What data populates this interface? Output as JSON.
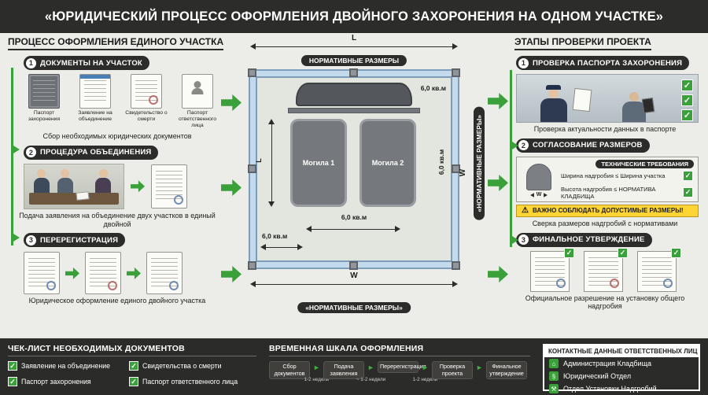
{
  "header": {
    "title": "«ЮРИДИЧЕСКИЙ ПРОЦЕСС ОФОРМЛЕНИЯ ДВОЙНОГО ЗАХОРОНЕНИЯ НА ОДНОМ УЧАСТКЕ»"
  },
  "colors": {
    "accent_green": "#3aa03a",
    "dark": "#2c2c2a",
    "warning_yellow": "#ffd435",
    "frame_blue": "#c3d9ec"
  },
  "icons": {
    "check": "✓",
    "warning": "⚠",
    "arrow": "►",
    "admin": "⌂",
    "legal": "§",
    "install": "⚒"
  },
  "left_column": {
    "title": "ПРОЦЕСС ОФОРМЛЕНИЯ ЕДИНОГО УЧАСТКА",
    "step1": {
      "num": "1",
      "label": "ДОКУМЕНТЫ НА УЧАСТОК",
      "docs": [
        "Паспорт захоронения",
        "Заявление на объединение",
        "Свидетельство о смерти",
        "Паспорт ответственного лица"
      ],
      "caption": "Сбор необходимых юридических документов"
    },
    "step2": {
      "num": "2",
      "label": "ПРОЦЕДУРА ОБЪЕДИНЕНИЯ",
      "caption": "Подача заявления на объединение двух участков в единый двойной"
    },
    "step3": {
      "num": "3",
      "label": "ПЕРЕРЕГИСТРАЦИЯ",
      "caption": "Юридическое оформление единого двойного участка"
    }
  },
  "diagram": {
    "dim_length": "L",
    "dim_width": "W",
    "top_label": "НОРМАТИВНЫЕ РАЗМЕРЫ",
    "side_label": "«НОРМАТИВНЫЕ РАЗМЕРЫ»",
    "bottom_label": "«НОРМАТИВНЫЕ РАЗМЕРЫ»",
    "grave1": "Могила 1",
    "grave2": "Могила 2",
    "area_top": "6,0 кв.м",
    "area_right": "6,0 кв.м",
    "area_bottom": "6,0 кв.м",
    "area_corner": "6,0 кв.м"
  },
  "right_column": {
    "title": "ЭТАПЫ ПРОВЕРКИ ПРОЕКТА",
    "step1": {
      "num": "1",
      "label": "ПРОВЕРКА ПАСПОРТА ЗАХОРОНЕНИЯ",
      "caption": "Проверка актуальности данных в паспорте"
    },
    "step2": {
      "num": "2",
      "label": "СОГЛАСОВАНИЕ РАЗМЕРОВ",
      "tech_title": "ТЕХНИЧЕСКИЕ ТРЕБОВАНИЯ",
      "req1": "Ширина надгробия ≤ Ширина участка",
      "req2": "Высота надгробия ≤ НОРМАТИВА КЛАДБИЩА",
      "dim_w": "W",
      "warning": "ВАЖНО СОБЛЮДАТЬ ДОПУСТИМЫЕ РАЗМЕРЫ!",
      "caption": "Сверка размеров надгробий с нормативами"
    },
    "step3": {
      "num": "3",
      "label": "ФИНАЛЬНОЕ УТВЕРЖДЕНИЕ",
      "caption": "Официальное разрешение на установку общего надгробия"
    }
  },
  "footer": {
    "checklist": {
      "title": "ЧЕК-ЛИСТ НЕОБХОДИМЫХ ДОКУМЕНТОВ",
      "items": [
        "Заявление на объединение",
        "Свидетельства о смерти",
        "Паспорт захоронения",
        "Паспорт ответственного лица"
      ]
    },
    "timeline": {
      "title": "ВРЕМЕННАЯ ШКАЛА ОФОРМЛЕНИЯ",
      "stages": [
        "Сбор документов",
        "Подача заявления",
        "Перерегистрация",
        "Проверка проекта",
        "Финальное утверждение"
      ],
      "durations": [
        "1-2 недели",
        "~ 1-2 недели",
        "1-2 недели"
      ]
    },
    "contacts": {
      "title": "КОНТАКТНЫЕ ДАННЫЕ ОТВЕТСТВЕННЫХ ЛИЦ",
      "items": [
        "Администрация Кладбища",
        "Юридический Отдел",
        "Отдел Установки Надгробий"
      ]
    }
  }
}
